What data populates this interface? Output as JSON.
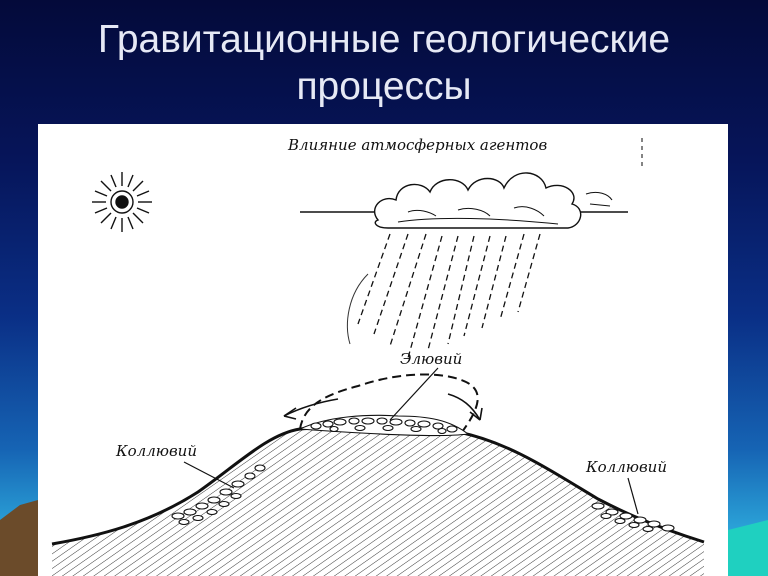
{
  "slide": {
    "title_line1": "Гравитационные геологические",
    "title_line2": "процессы"
  },
  "diagram": {
    "caption": "Влияние атмосферных агентов",
    "label_top": "Элювий",
    "label_left": "Коллювий",
    "label_right": "Коллювий"
  },
  "colors": {
    "background_top": "#040a3a",
    "background_bottom": "#3cc6e6",
    "panel": "#ffffff",
    "ink": "#111111",
    "title_text": "#e6e9f5"
  },
  "icons": [
    "sun-icon",
    "rain-cloud-icon"
  ]
}
